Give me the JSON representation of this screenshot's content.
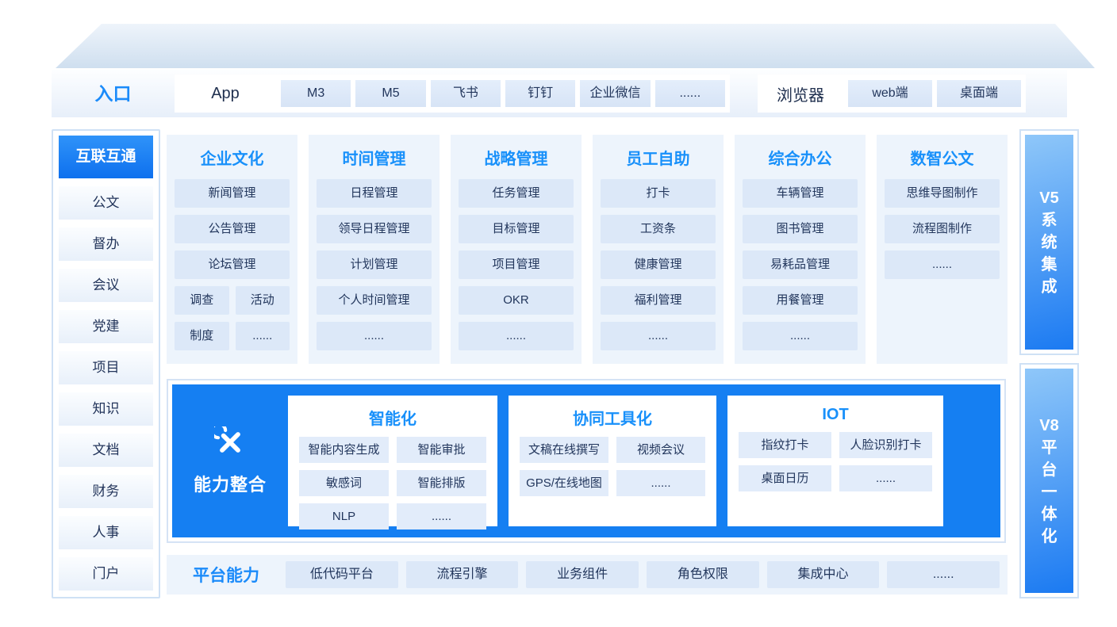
{
  "colors": {
    "accent_blue": "#1890fa",
    "dark_text": "#22365c",
    "ability_block_blue": "#157ff2",
    "chip_bg": "#dce8f8",
    "active_item_blue": "#0e70ee"
  },
  "entry": {
    "label": "入口",
    "groups": [
      {
        "label": "App",
        "items": [
          "M3",
          "M5",
          "飞书",
          "钉钉",
          "企业微信",
          "......"
        ]
      },
      {
        "label": "浏览器",
        "items": [
          "web端",
          "桌面端"
        ]
      }
    ]
  },
  "sidebar": {
    "active": "互联互通",
    "items": [
      "公文",
      "督办",
      "会议",
      "党建",
      "项目",
      "知识",
      "文档",
      "财务",
      "人事",
      "门户"
    ]
  },
  "modules": [
    {
      "title": "企业文化",
      "rows": [
        [
          "新闻管理"
        ],
        [
          "公告管理"
        ],
        [
          "论坛管理"
        ],
        [
          "调查",
          "活动"
        ],
        [
          "制度",
          "......"
        ]
      ]
    },
    {
      "title": "时间管理",
      "rows": [
        [
          "日程管理"
        ],
        [
          "领导日程管理"
        ],
        [
          "计划管理"
        ],
        [
          "个人时间管理"
        ],
        [
          "......"
        ]
      ]
    },
    {
      "title": "战略管理",
      "rows": [
        [
          "任务管理"
        ],
        [
          "目标管理"
        ],
        [
          "项目管理"
        ],
        [
          "OKR"
        ],
        [
          "......"
        ]
      ]
    },
    {
      "title": "员工自助",
      "rows": [
        [
          "打卡"
        ],
        [
          "工资条"
        ],
        [
          "健康管理"
        ],
        [
          "福利管理"
        ],
        [
          "......"
        ]
      ]
    },
    {
      "title": "综合办公",
      "rows": [
        [
          "车辆管理"
        ],
        [
          "图书管理"
        ],
        [
          "易耗品管理"
        ],
        [
          "用餐管理"
        ],
        [
          "......"
        ]
      ]
    },
    {
      "title": "数智公文",
      "rows": [
        [
          "思维导图制作"
        ],
        [
          "流程图制作"
        ],
        [
          "......"
        ]
      ]
    }
  ],
  "ability": {
    "label": "能力整合",
    "icon": "tools-icon",
    "cards": [
      {
        "title": "智能化",
        "rows": [
          [
            "智能内容生成",
            "智能审批"
          ],
          [
            "敏感词",
            "智能排版"
          ],
          [
            "NLP",
            "......"
          ]
        ]
      },
      {
        "title": "协同工具化",
        "rows": [
          [
            "文稿在线撰写",
            "视频会议"
          ],
          [
            "GPS/在线地图",
            "......"
          ]
        ]
      },
      {
        "title": "IOT",
        "rows": [
          [
            "指纹打卡",
            "人脸识别打卡"
          ],
          [
            "桌面日历",
            "......"
          ]
        ]
      }
    ]
  },
  "platform": {
    "label": "平台能力",
    "items": [
      "低代码平台",
      "流程引擎",
      "业务组件",
      "角色权限",
      "集成中心",
      "......"
    ]
  },
  "side_bars": [
    {
      "name": "v5",
      "lines": [
        "V5",
        "系",
        "统",
        "集",
        "成"
      ]
    },
    {
      "name": "v8",
      "lines": [
        "V8",
        "平",
        "台",
        "一",
        "体",
        "化"
      ]
    }
  ]
}
